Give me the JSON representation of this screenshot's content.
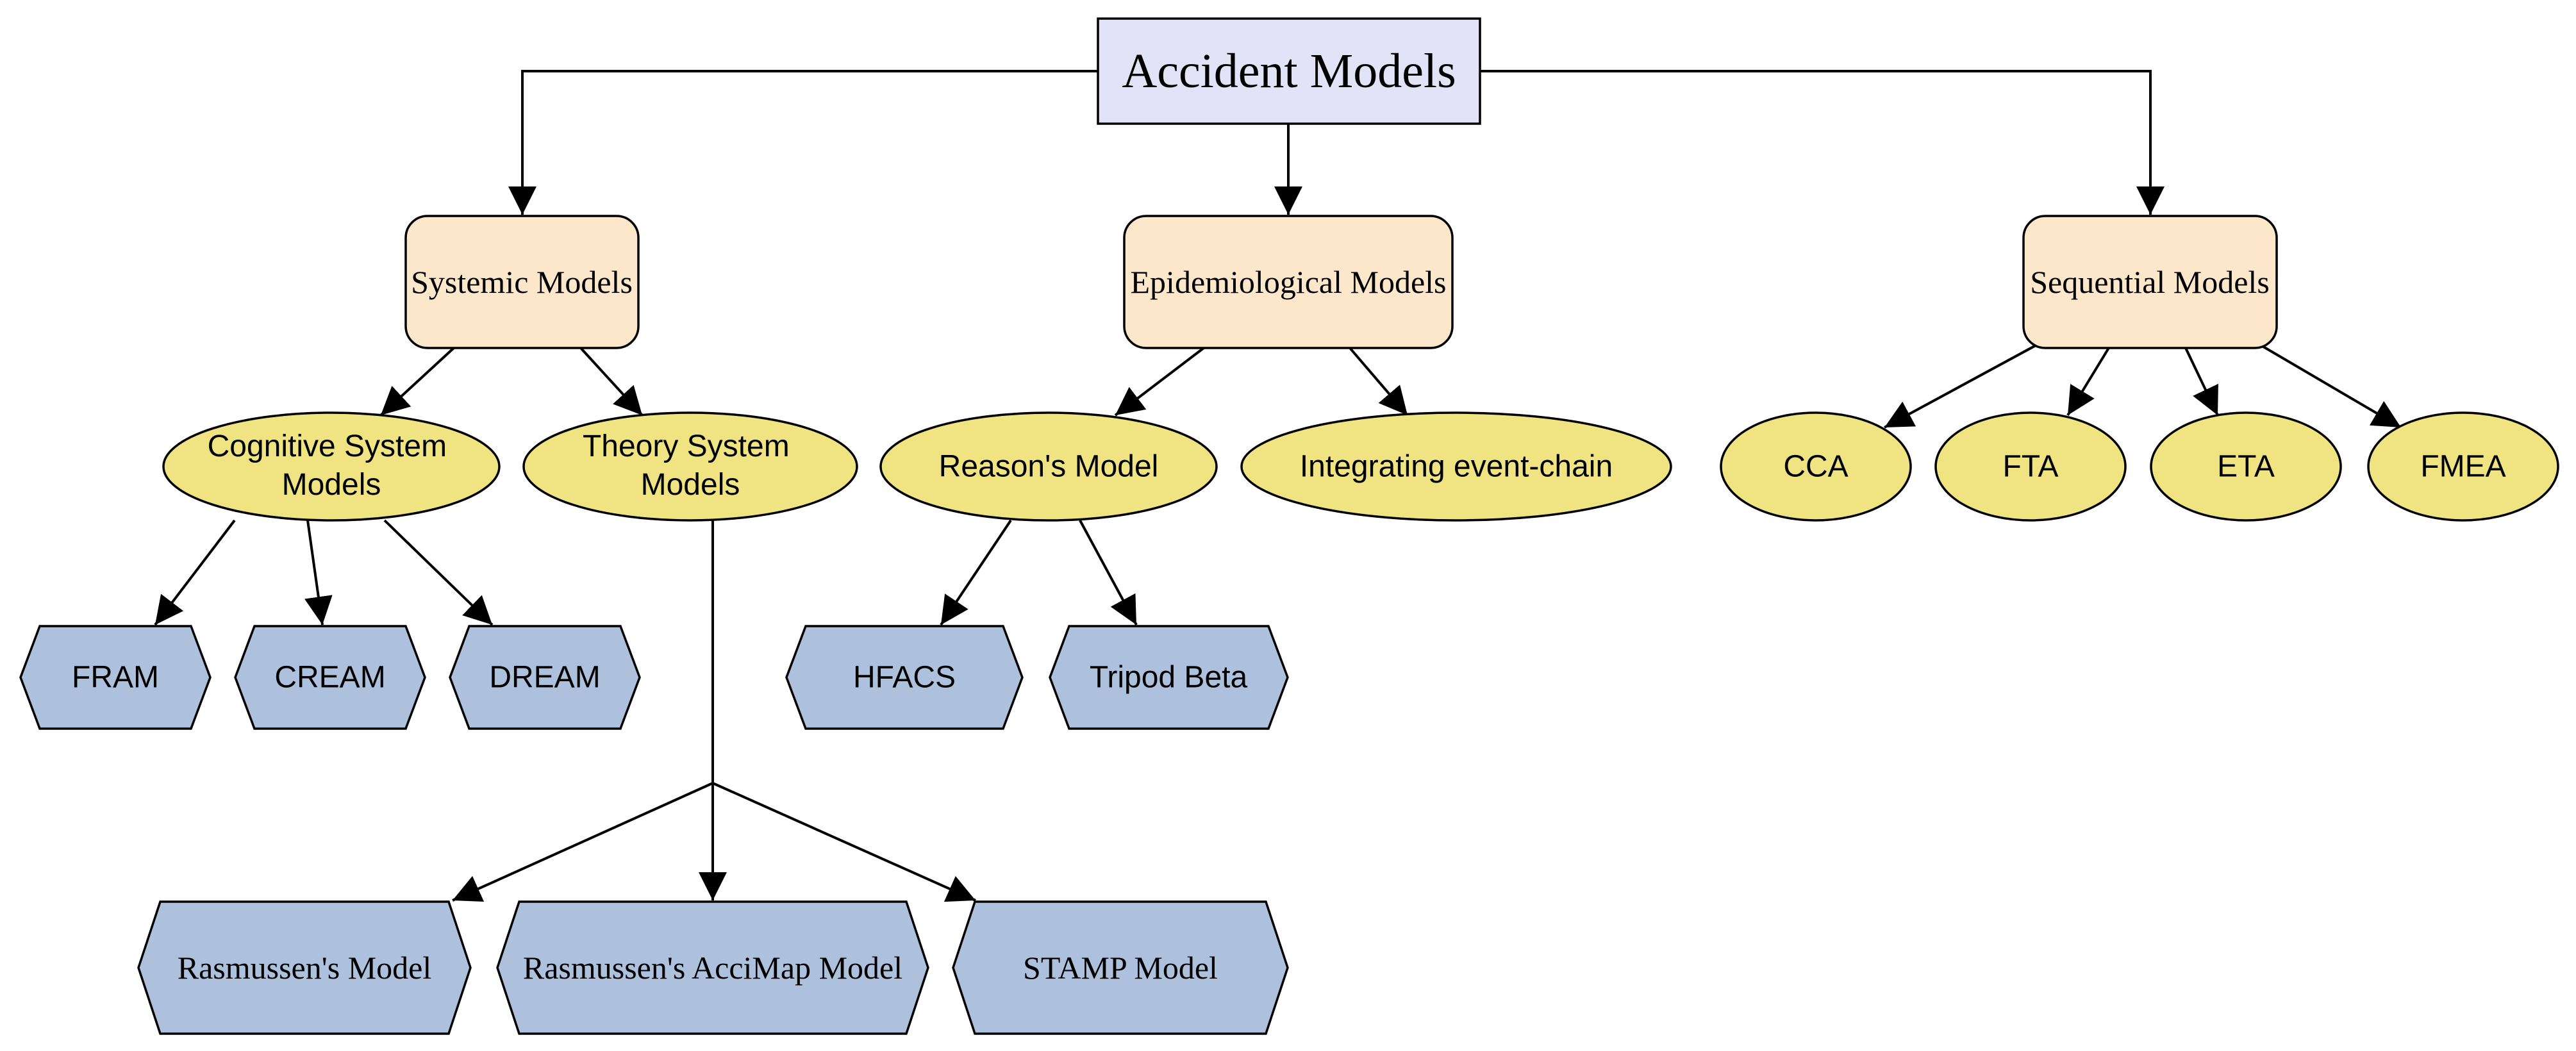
{
  "colors": {
    "root_fill": "#e3e3f7",
    "category_fill": "#fde7ca",
    "model_fill": "#efe481",
    "method_fill": "#adc1dc",
    "line": "#000000"
  },
  "root": {
    "label": "Accident Models"
  },
  "categories": {
    "systemic": {
      "label": "Systemic Models"
    },
    "epidemiological": {
      "label": "Epidemiological Models"
    },
    "sequential": {
      "label": "Sequential Models"
    }
  },
  "models": {
    "cognitive": {
      "line1": "Cognitive System",
      "line2": "Models"
    },
    "theory": {
      "line1": "Theory System",
      "line2": "Models"
    },
    "reason": {
      "label": "Reason's Model"
    },
    "integrating": {
      "label": "Integrating event-chain"
    },
    "cca": {
      "label": "CCA"
    },
    "fta": {
      "label": "FTA"
    },
    "eta": {
      "label": "ETA"
    },
    "fmea": {
      "label": "FMEA"
    }
  },
  "methods": {
    "fram": {
      "label": "FRAM"
    },
    "cream": {
      "label": "CREAM"
    },
    "dream": {
      "label": "DREAM"
    },
    "hfacs": {
      "label": "HFACS"
    },
    "tripod": {
      "label": "Tripod Beta"
    },
    "rasmussen": {
      "label": "Rasmussen's Model"
    },
    "accimap": {
      "label": "Rasmussen's AcciMap Model"
    },
    "stamp": {
      "label": "STAMP Model"
    }
  }
}
